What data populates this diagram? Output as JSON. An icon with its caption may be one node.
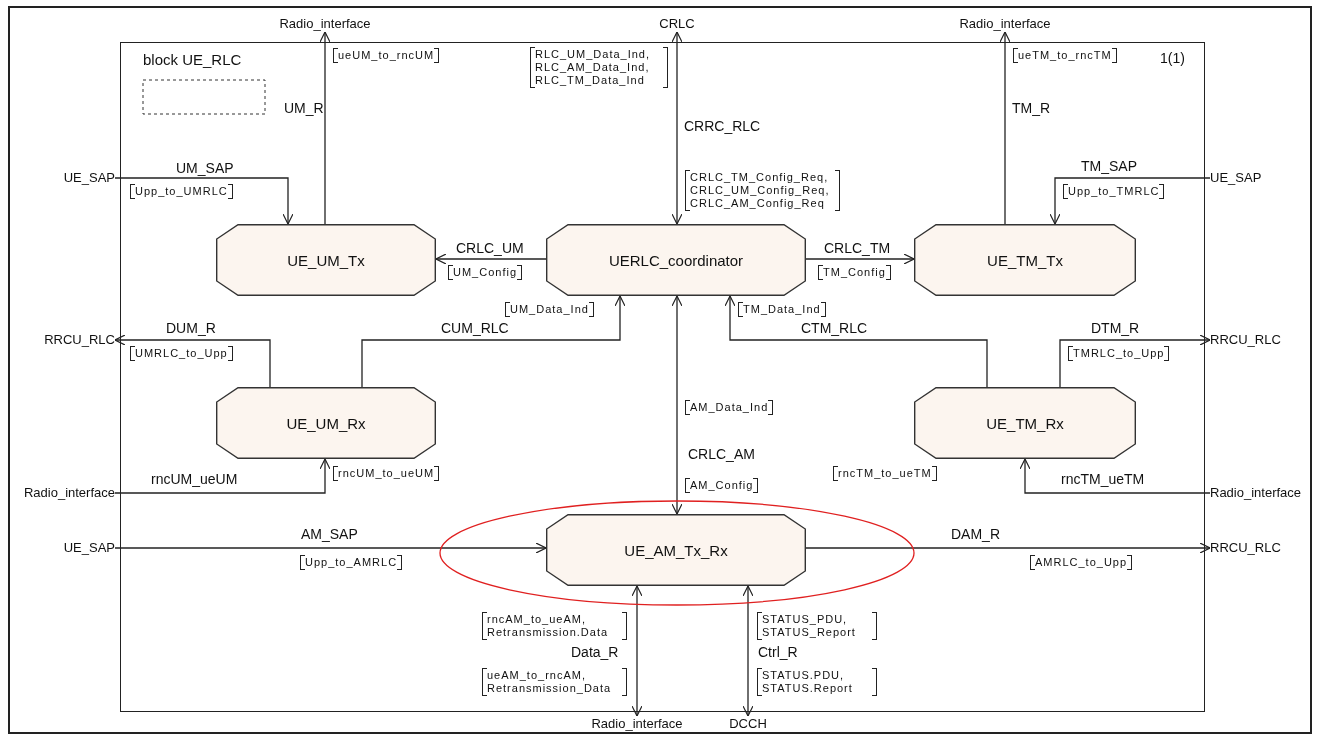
{
  "diagram": {
    "nodes": [
      {
        "text": [
          "block UE_RLC"
        ]
      },
      {
        "text": [
          "UE_UM_Tx"
        ],
        "in": 0
      },
      {
        "text": [
          "UERLC_coordinator"
        ],
        "in": 0
      },
      {
        "text": [
          "UE_TM_Tx"
        ],
        "in": 0
      },
      {
        "text": [
          "UE_UM_Rx"
        ],
        "in": 0
      },
      {
        "text": [
          "UE_TM_Rx"
        ],
        "in": 0
      },
      {
        "text": [
          "UE_AM_Tx_Rx"
        ],
        "in": 0
      },
      {
        "text": [
          "Radio_interface"
        ]
      },
      {
        "text": [
          "CRLC"
        ]
      },
      {
        "text": [
          "Radio_interface"
        ]
      },
      {
        "text": [
          "UE_SAP"
        ]
      },
      {
        "text": [
          "UE_SAP"
        ]
      },
      {
        "text": [
          "RRCU_RLC"
        ]
      },
      {
        "text": [
          "RRCU_RLC"
        ]
      },
      {
        "text": [
          "Radio_interface"
        ]
      },
      {
        "text": [
          "Radio_interface"
        ]
      },
      {
        "text": [
          "UE_SAP"
        ]
      },
      {
        "text": [
          "RRCU_RLC"
        ]
      },
      {
        "text": [
          "Radio_interface"
        ]
      },
      {
        "text": [
          "DCCH"
        ]
      }
    ],
    "edges": [
      {
        "from": 1,
        "to": 7,
        "arrow": "to",
        "label": "UM_R"
      },
      {
        "from": 10,
        "to": 1,
        "arrow": "to",
        "label": "UM_SAP"
      },
      {
        "from": 2,
        "to": 1,
        "arrow": "to",
        "label": "CRLC_UM"
      },
      {
        "from": 2,
        "to": 8,
        "arrow": "both",
        "label": "CRRC_RLC"
      },
      {
        "from": 2,
        "to": 3,
        "arrow": "to",
        "label": "CRLC_TM"
      },
      {
        "from": 3,
        "to": 9,
        "arrow": "to",
        "label": "TM_R"
      },
      {
        "from": 11,
        "to": 3,
        "arrow": "to",
        "label": "TM_SAP"
      },
      {
        "from": 4,
        "to": 12,
        "arrow": "to",
        "label": "DUM_R"
      },
      {
        "from": 4,
        "to": 2,
        "arrow": "to",
        "label": "CUM_RLC"
      },
      {
        "from": 14,
        "to": 4,
        "arrow": "to",
        "label": "rncUM_ueUM"
      },
      {
        "from": 2,
        "to": 6,
        "arrow": "both",
        "label": "CRLC_AM"
      },
      {
        "from": 5,
        "to": 2,
        "arrow": "to",
        "label": "CTM_RLC"
      },
      {
        "from": 5,
        "to": 13,
        "arrow": "to",
        "label": "DTM_R"
      },
      {
        "from": 15,
        "to": 5,
        "arrow": "to",
        "label": "rncTM_ueTM"
      },
      {
        "from": 16,
        "to": 6,
        "arrow": "to",
        "label": "AM_SAP"
      },
      {
        "from": 6,
        "to": 17,
        "arrow": "to",
        "label": "DAM_R"
      },
      {
        "from": 6,
        "to": 18,
        "arrow": "both",
        "label": "Data_R"
      },
      {
        "from": 6,
        "to": 19,
        "arrow": "both",
        "label": "Ctrl_R"
      }
    ],
    "labels": [
      "ueUM_to_rncUM",
      "RLC_UM_Data_Ind, RLC_AM_Data_Ind, RLC_TM_Data_Ind",
      "ueTM_to_rncTM",
      "1(1)",
      "CRLC_TM_Config_Req, CRLC_UM_Config_Req, CRLC_AM_Config_Req",
      "Upp_to_UMRLC",
      "Upp_to_TMRLC",
      "UM_Config",
      "TM_Config",
      "UM_Data_Ind",
      "TM_Data_Ind",
      "UMRLC_to_Upp",
      "TMRLC_to_Upp",
      "AM_Data_Ind",
      "rncUM_to_ueUM",
      "AM_Config",
      "rncTM_to_ueTM",
      "Upp_to_AMRLC",
      "AMRLC_to_Upp",
      "rncAM_to_ueAM, Retransmission.Data",
      "STATUS_PDU, STATUS_Report",
      "ueAM_to_rncAM, Retransmission_Data",
      "STATUS.PDU, STATUS.Report"
    ]
  }
}
